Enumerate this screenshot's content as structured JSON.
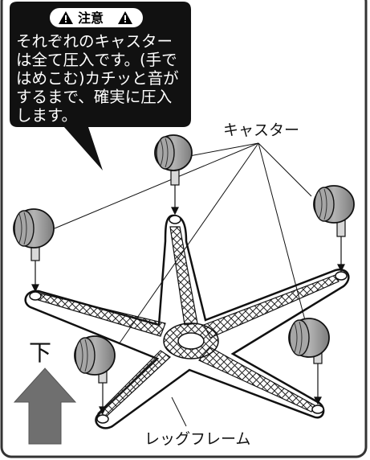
{
  "warning": {
    "title": "注意",
    "body_lines": [
      "それぞれのキャスター",
      "は全て圧入です。(手で",
      "はめこむ)カチッと音が",
      "するまで、確実に圧入",
      "します。"
    ]
  },
  "labels": {
    "caster": "キャスター",
    "leg_frame": "レッグフレーム",
    "down": "下"
  },
  "colors": {
    "frame_border": "#333333",
    "callout_bg": "#111111",
    "caster_fill": "#9a9a9a",
    "arrow_fill": "#6f6f6f",
    "warning_badge": "#ffffff"
  },
  "icons": [
    "warning-triangle-icon",
    "down-arrow-icon"
  ]
}
